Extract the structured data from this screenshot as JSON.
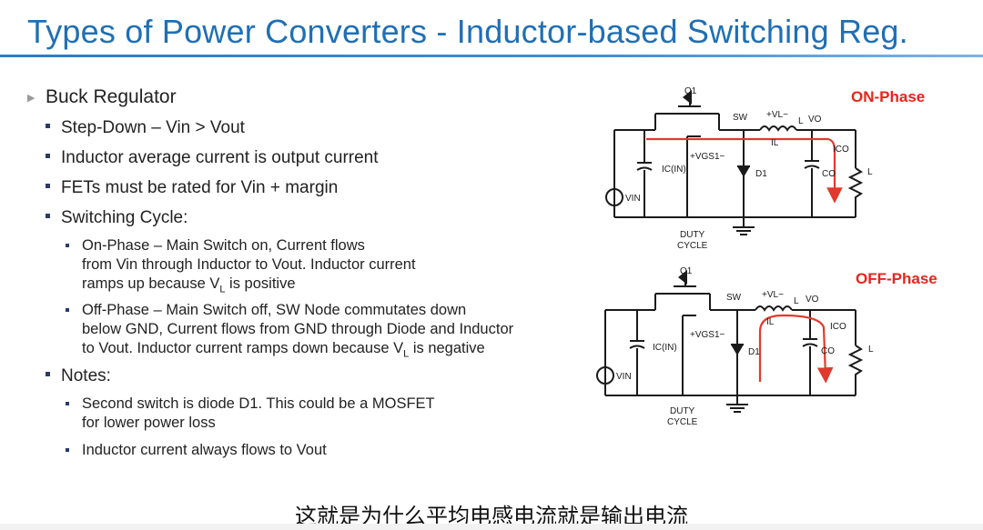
{
  "slide": {
    "title": "Types of Power Converters - Inductor-based Switching Reg."
  },
  "bullets": {
    "buck": "Buck Regulator",
    "step_down": "Step-Down – Vin > Vout",
    "avg_current": "Inductor average current is output current",
    "fets": "FETs must be rated for Vin + margin",
    "cycle": "Switching Cycle:",
    "on_phase": {
      "l1": "On-Phase – Main Switch on, Current flows",
      "l2": "from Vin through Inductor to Vout. Inductor current",
      "l3a": "ramps up because V",
      "l3sub": "L",
      "l3b": " is positive"
    },
    "off_phase": {
      "l1": "Off-Phase – Main Switch off, SW Node commutates down",
      "l2": "below GND, Current flows from GND through Diode and Inductor",
      "l3a": "to Vout. Inductor current ramps down because V",
      "l3sub": "L",
      "l3b": " is negative"
    },
    "notes": "Notes:",
    "note1": {
      "l1": "Second switch is diode D1. This could be a MOSFET",
      "l2": "for lower power loss"
    },
    "note2": "Inductor current always flows to Vout"
  },
  "circuits": {
    "on_label": "ON-Phase",
    "off_label": "OFF-Phase",
    "q1": "Q1",
    "sw": "SW",
    "vl": "+VL−",
    "l": "L",
    "vo": "VO",
    "il": "IL",
    "ico": "ICO",
    "co": "CO",
    "d1": "D1",
    "vgs1": "+VGS1−",
    "icin": "IC(IN)",
    "vin": "VIN",
    "duty1": "DUTY",
    "duty2": "CYCLE",
    "phase_color": "#e8251b",
    "arrow_color": "#e03a2f"
  },
  "caption": {
    "text": "这就是为什么平均电感电流就是输出电流"
  }
}
